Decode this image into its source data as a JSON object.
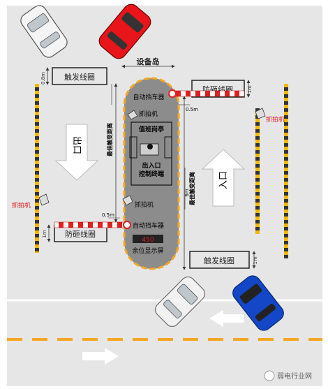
{
  "labels": {
    "island": "设备岛",
    "trigger_coil_top": "触发线圈",
    "anti_smash_top": "防砸线圈",
    "anti_smash_bottom": "防砸线圈",
    "trigger_coil_bottom": "触发线圈",
    "barrier_top": "自动挡车器",
    "barrier_bottom": "自动挡车器",
    "camera_island_top": "抓拍机",
    "camera_island_bottom": "抓拍机",
    "camera_right": "抓拍机",
    "camera_left": "抓拍机",
    "booth": "值班岗亭",
    "terminal_line1": "出入口",
    "terminal_line2": "控制终端",
    "remaining_display": "余位显示屏",
    "display_value": "450",
    "exit": "出口",
    "entry": "入口",
    "min_turn_left": "最佳触变距离",
    "min_turn_right": "最佳触变距离",
    "dim_08m": "0.8m",
    "dim_1m_a": "1m",
    "dim_1m_b": "1m",
    "dim_1m_c": "1m",
    "dim_05m_top": "0.5m",
    "dim_05m_bottom": "0.5m",
    "dim_6m": "6m"
  },
  "watermark": "弱电行业网",
  "colors": {
    "ground": "#e6e6e6",
    "island_fill": "#8c8c8c",
    "island_border": "#f5a623",
    "barrier_red": "#e02020",
    "camera_label_red": "#e02020",
    "car_red": "#e8151b",
    "car_blue": "#1446c8",
    "fence_yellow": "#f5b800"
  }
}
